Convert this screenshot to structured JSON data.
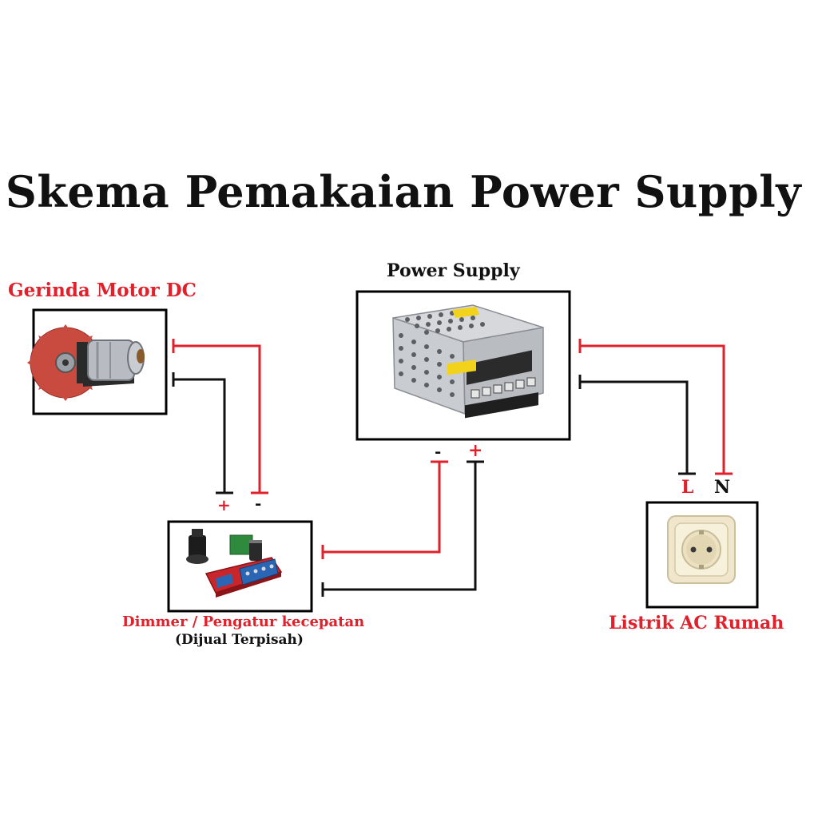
{
  "title": "Skema Pemakaian Power Supply",
  "components": {
    "motor": {
      "label": "Gerinda Motor DC"
    },
    "power_supply": {
      "label": "Power Supply"
    },
    "dimmer": {
      "label": "Dimmer / Pengatur kecepatan",
      "note": "(Dijual Terpisah)"
    },
    "ac": {
      "label": "Listrik AC Rumah"
    }
  },
  "terminals": {
    "dimmer_plus": "+",
    "dimmer_minus": "-",
    "ps_minus": "-",
    "ps_plus": "+",
    "ac_l": "L",
    "ac_n": "N"
  },
  "colors": {
    "positive_wire": "#e0202a",
    "negative_wire": "#111111",
    "box_border": "#000000",
    "label_red": "#e0202a"
  },
  "icons": [
    "saw-motor-icon",
    "power-supply-icon",
    "pwm-dimmer-icon",
    "wall-socket-icon"
  ]
}
